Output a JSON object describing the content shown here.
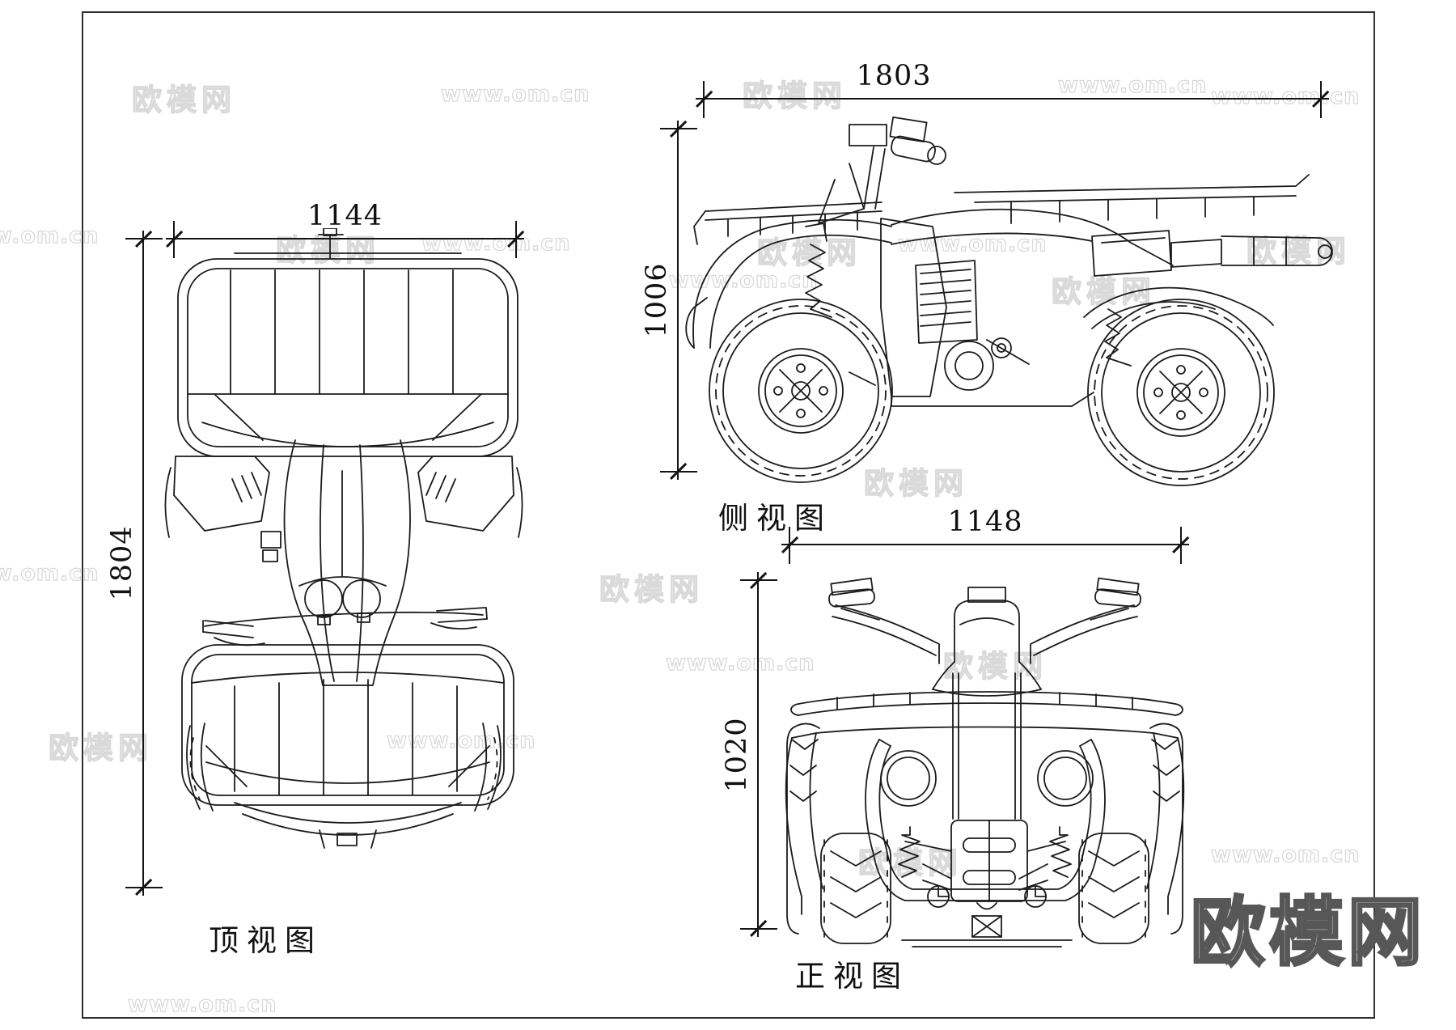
{
  "views": {
    "top": {
      "label": "顶视图",
      "width": "1144",
      "height": "1804"
    },
    "side": {
      "label": "侧视图",
      "width": "1803",
      "height": "1006"
    },
    "front": {
      "label": "正视图",
      "width": "1148",
      "height": "1020"
    }
  },
  "watermark": {
    "brand": "欧模网",
    "site": "www.om.cn",
    "site_partial": "om.cn",
    "corner_brand": "欧模网"
  },
  "colors": {
    "line": "#1b1b1b",
    "border": "#2e2e2e",
    "watermark_light": "#d9d9d9",
    "watermark_corner": "#575757",
    "background": "#ffffff"
  }
}
